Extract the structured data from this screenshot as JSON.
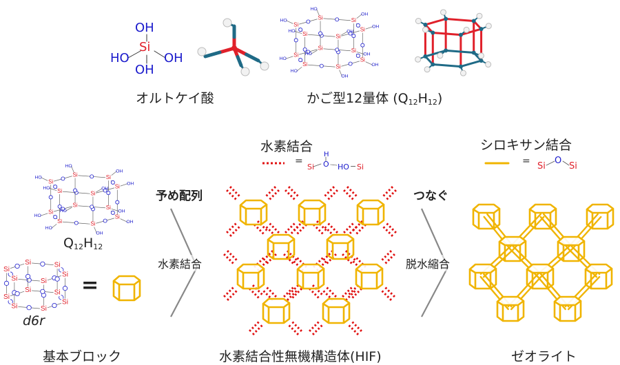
{
  "top": {
    "orthosilicic": {
      "label": "オルトケイ酸",
      "atoms": {
        "si": "Si",
        "oh": "OH",
        "ho": "HO"
      }
    },
    "cage": {
      "label_prefix": "かご型12量体 (Q",
      "sub1": "12",
      "mid": "H",
      "sub2": "12",
      "suffix": ")"
    }
  },
  "atoms": {
    "si": "Si",
    "o": "O",
    "oh": "OH",
    "ho": "HO",
    "h": "H"
  },
  "left": {
    "q_label": {
      "q": "Q",
      "sub1": "12",
      "h": "H",
      "sub2": "12"
    },
    "d6r_label": "d6r",
    "equals": "=",
    "caption": "基本ブロック"
  },
  "arrow1": {
    "top_label": "予め配列",
    "inner_label": "水素結合"
  },
  "arrow2": {
    "top_label": "つなぐ",
    "inner_label": "脱水縮合"
  },
  "legend_hbond": {
    "title": "水素結合",
    "equals": "=",
    "formula": {
      "si1": "Si",
      "o": "O",
      "h": "H",
      "ho": "HO",
      "dash": "−",
      "si2": "Si"
    }
  },
  "legend_siloxane": {
    "title": "シロキサン結合",
    "equals": "=",
    "formula": {
      "si1": "Si",
      "o": "O",
      "si2": "Si"
    }
  },
  "hif": {
    "caption": "水素結合性無機構造体(HIF)"
  },
  "zeolite": {
    "caption": "ゼオライト"
  },
  "colors": {
    "si": "#e0202a",
    "o": "#1a1acc",
    "prism": "#f0b400",
    "hbond": "#e01010",
    "arrow": "#888888",
    "ball_stick": "#1f6a86"
  }
}
